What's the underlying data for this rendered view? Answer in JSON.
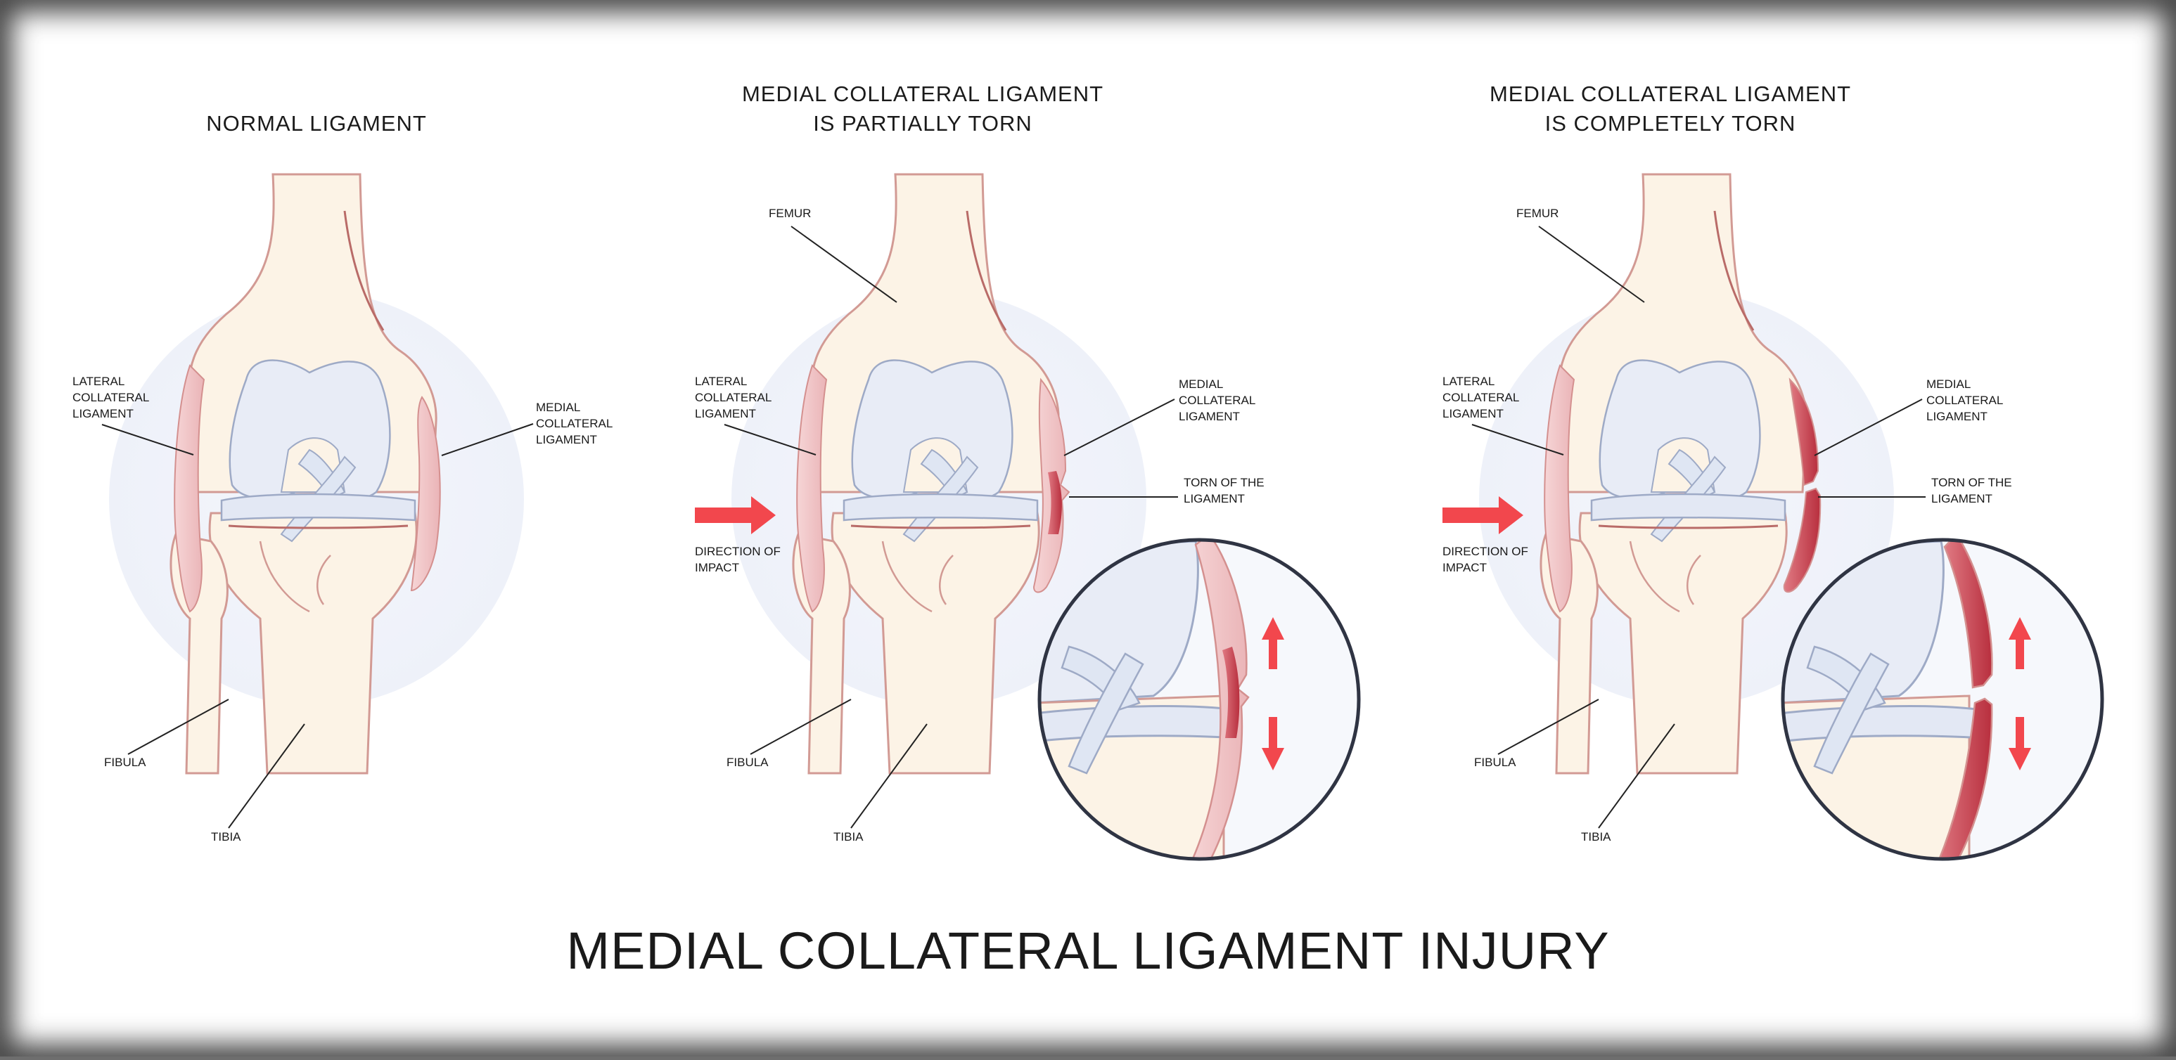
{
  "colors": {
    "background": "#ffffff",
    "bone_fill": "#fcf2e4",
    "bone_outline": "#c98b86",
    "cartilage": "#e9edf7",
    "cartilage_outline": "#9aa7c2",
    "ligament": "#f3c9cb",
    "ligament_torn": "#c83c4a",
    "halo": "#eef2fb",
    "arrow": "#f2474d",
    "circle_outline": "#2f3443"
  },
  "panels": [
    {
      "title_lines": [
        "NORMAL LIGAMENT"
      ],
      "labels": {
        "lateral": [
          "LATERAL",
          "COLLATERAL",
          "LIGAMENT"
        ],
        "medial": [
          "MEDIAL",
          "COLLATERAL",
          "LIGAMENT"
        ],
        "fibula": "FIBULA",
        "tibia": "TIBIA"
      }
    },
    {
      "title_lines": [
        "MEDIAL COLLATERAL LIGAMENT",
        "IS PARTIALLY TORN"
      ],
      "labels": {
        "femur": "FEMUR",
        "lateral": [
          "LATERAL",
          "COLLATERAL",
          "LIGAMENT"
        ],
        "medial": [
          "MEDIAL",
          "COLLATERAL",
          "LIGAMENT"
        ],
        "torn": [
          "TORN OF THE",
          "LIGAMENT"
        ],
        "direction": [
          "DIRECTION OF",
          "IMPACT"
        ],
        "fibula": "FIBULA",
        "tibia": "TIBIA"
      }
    },
    {
      "title_lines": [
        "MEDIAL COLLATERAL LIGAMENT",
        "IS COMPLETELY TORN"
      ],
      "labels": {
        "femur": "FEMUR",
        "lateral": [
          "LATERAL",
          "COLLATERAL",
          "LIGAMENT"
        ],
        "medial": [
          "MEDIAL",
          "COLLATERAL",
          "LIGAMENT"
        ],
        "torn": [
          "TORN OF THE",
          "LIGAMENT"
        ],
        "direction": [
          "DIRECTION OF",
          "IMPACT"
        ],
        "fibula": "FIBULA",
        "tibia": "TIBIA"
      }
    }
  ],
  "main_title": "MEDIAL COLLATERAL LIGAMENT INJURY"
}
